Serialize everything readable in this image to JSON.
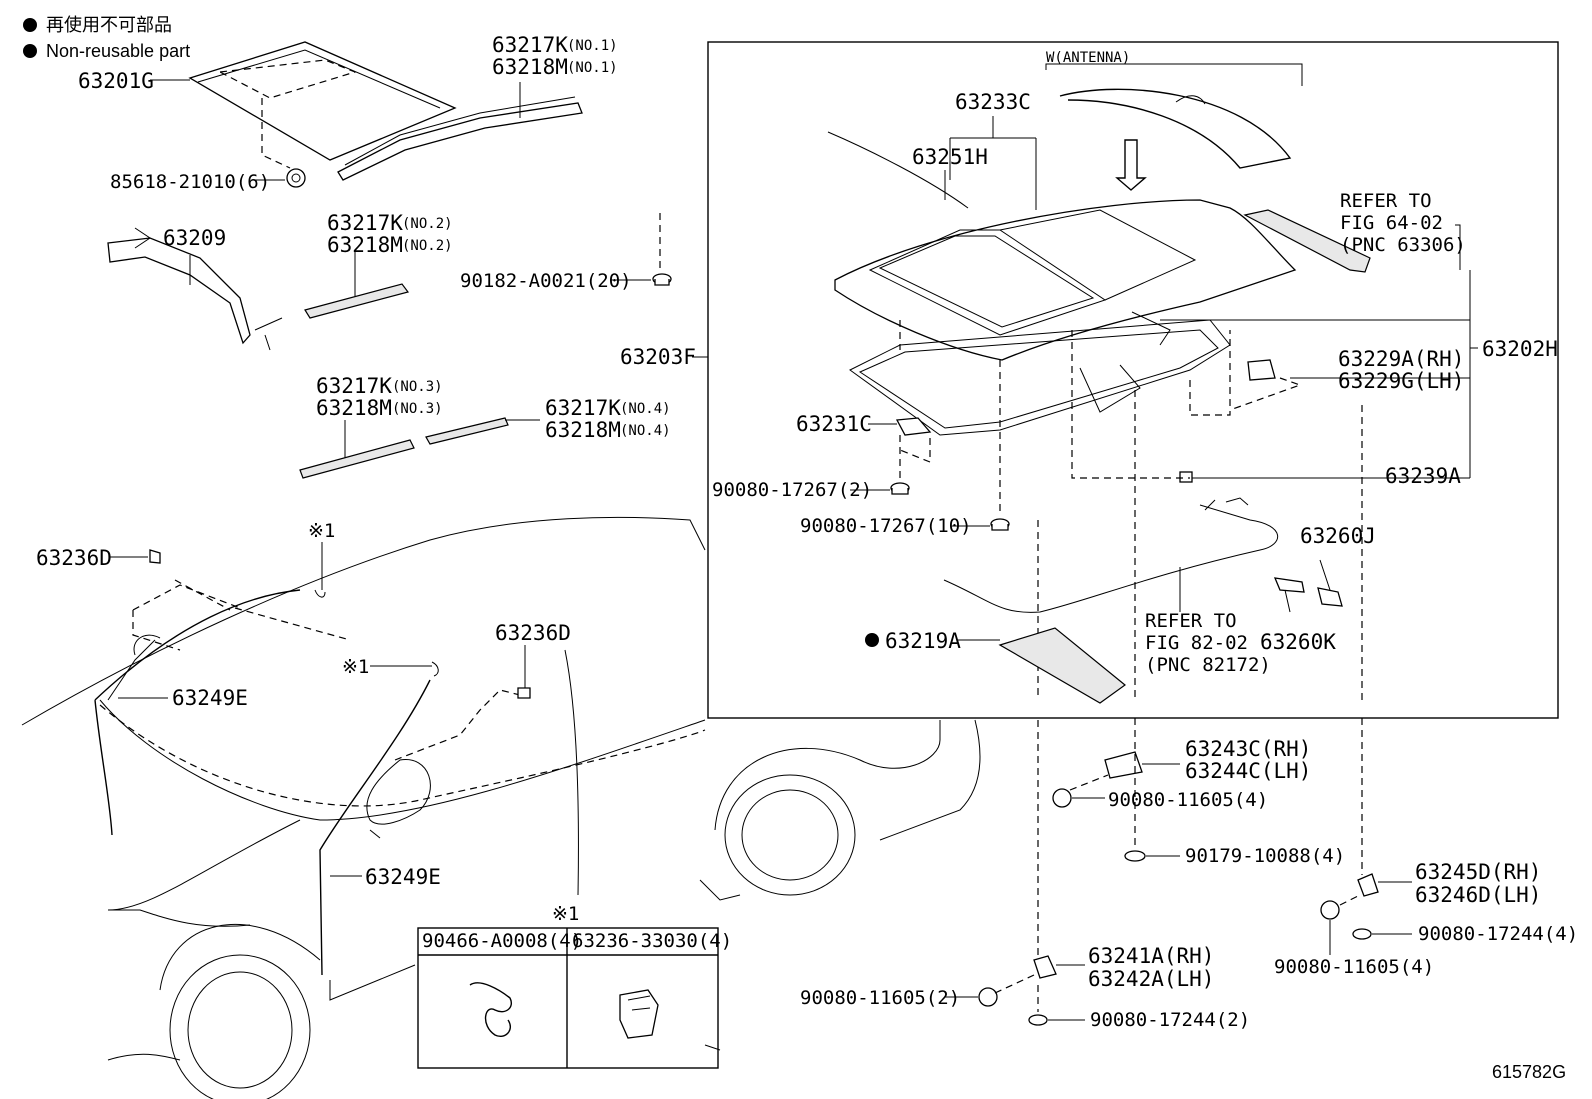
{
  "legend": {
    "jp": "再使用不可部品",
    "en": "Non-reusable part"
  },
  "labels": {
    "p63201G": "63201G",
    "p63217K_1": "63217K",
    "p63218M_1": "63218M",
    "no1a": "(NO.1)",
    "no1b": "(NO.1)",
    "p85618": "85618-21010(6)",
    "p63209": "63209",
    "p63217K_2": "63217K",
    "p63218M_2": "63218M",
    "no2a": "(NO.2)",
    "no2b": "(NO.2)",
    "p63217K_3": "63217K",
    "p63218M_3": "63218M",
    "no3a": "(NO.3)",
    "no3b": "(NO.3)",
    "p63217K_4": "63217K",
    "p63218M_4": "63218M",
    "no4a": "(NO.4)",
    "no4b": "(NO.4)",
    "p90182": "90182-A0021(20)",
    "p63203F": "63203F",
    "antenna": "W(ANTENNA)",
    "p63233C": "63233C",
    "p63251H": "63251H",
    "refer1a": "REFER TO",
    "refer1b": "FIG 64-02",
    "refer1c": "(PNC 63306)",
    "p63202H": "63202H",
    "p63229A": "63229A(RH)",
    "p63229G": "63229G(LH)",
    "p63231C": "63231C",
    "p63239A": "63239A",
    "p90080_17267_2": "90080-17267(2)",
    "p90080_17267_10": "90080-17267(10)",
    "p63260J": "63260J",
    "p63260K": "63260K",
    "refer2a": "REFER TO",
    "refer2b": "FIG 82-02",
    "refer2c": "(PNC 82172)",
    "p63219A": "63219A",
    "p63236D_a": "63236D",
    "p63236D_b": "63236D",
    "note1a": "※1",
    "note1b": "※1",
    "note1c": "※1",
    "p63249E_a": "63249E",
    "p63249E_b": "63249E",
    "p63243C": "63243C(RH)",
    "p63244C": "63244C(LH)",
    "p90080_11605_4a": "90080-11605(4)",
    "p90179": "90179-10088(4)",
    "p63245D": "63245D(RH)",
    "p63246D": "63246D(LH)",
    "p90080_17244_4": "90080-17244(4)",
    "p90080_11605_4b": "90080-11605(4)",
    "p63241A": "63241A(RH)",
    "p63242A": "63242A(LH)",
    "p90080_11605_2": "90080-11605(2)",
    "p90080_17244_2": "90080-17244(2)",
    "box_col1": "90466-A0008(4)",
    "box_col2": "63236-33030(4)",
    "code": "615782G"
  }
}
